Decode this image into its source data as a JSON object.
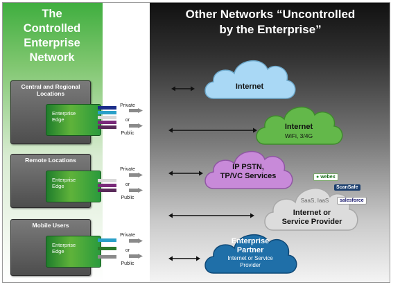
{
  "left_title": [
    "The",
    "Controlled",
    "Enterprise",
    "Network"
  ],
  "right_title": [
    "Other Networks “Uncontrolled",
    "by the Enterprise”"
  ],
  "locations": [
    {
      "title": [
        "Central and Regional",
        "Locations"
      ],
      "edge": [
        "Enterprise",
        "Edge"
      ],
      "bars": [
        "#1a2d8a",
        "#2aa0c8",
        "#d9d9d9",
        "#7a2a7a",
        "#5a2a5a"
      ],
      "labels": [
        "Private",
        "or",
        "Public"
      ]
    },
    {
      "title": [
        "Remote Locations"
      ],
      "edge": [
        "Enterprise",
        "Edge"
      ],
      "bars": [
        "#d9d9d9",
        "#7a2a7a",
        "#5a2a5a"
      ],
      "labels": [
        "Private",
        "or",
        "Public"
      ]
    },
    {
      "title": [
        "Mobile Users"
      ],
      "edge": [
        "Enterprise",
        "Edge"
      ],
      "bars": [
        "#2aa0c8",
        "#2a7a2a",
        "#8a8a8a"
      ],
      "labels": [
        "Private",
        "or",
        "Public"
      ]
    }
  ],
  "clouds": [
    {
      "name": "Internet",
      "sub": "",
      "color": "#a9d8f5"
    },
    {
      "name": "Internet",
      "sub": "WiFi, 3/4G",
      "color": "#63b84a"
    },
    {
      "name": "IP PSTN,",
      "sub": "TP/VC Services",
      "color": "#c88ad9"
    },
    {
      "name": "Internet or",
      "sub": "Service Provider",
      "color": "#dcdcdc",
      "extra": "SaaS, IaaS"
    },
    {
      "name": "Enterprise",
      "sub": "Partner",
      "color": "#1f6fa8",
      "extra": "Internet or Service Provider"
    }
  ],
  "logos": {
    "webex": "webex",
    "scansafe": "ScanSafe",
    "salesforce": "salesforce"
  }
}
